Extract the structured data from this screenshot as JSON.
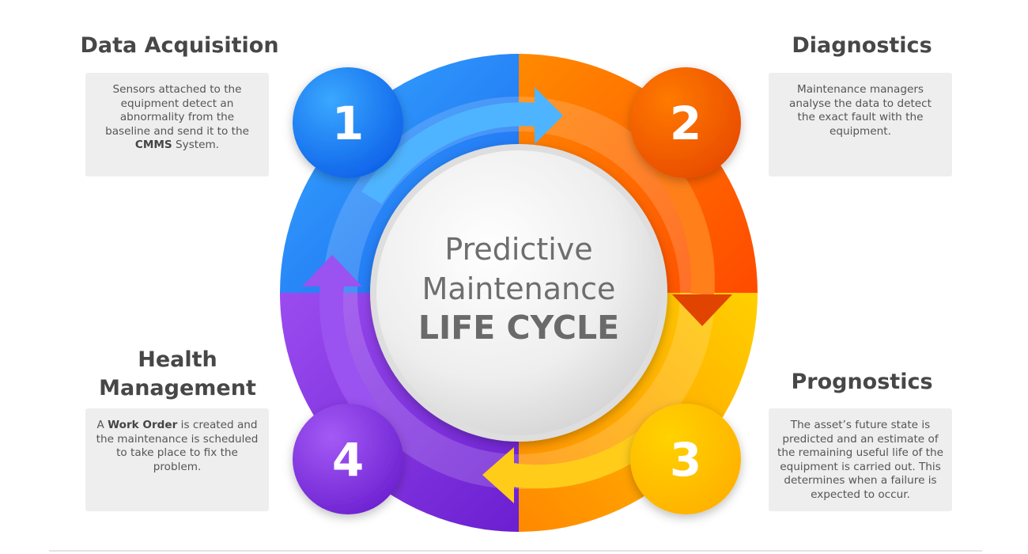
{
  "center": {
    "line1": "Predictive",
    "line2": "Maintenance",
    "line3": "LIFE CYCLE"
  },
  "colors": {
    "blue": "#1f86fb",
    "orange": "#ff6a00",
    "yellow": "#ffb300",
    "purple": "#8a3ae6"
  },
  "stages": [
    {
      "number": "1",
      "title": "Data Acquisition",
      "desc_parts": [
        "Sensors attached to the equipment detect an abnormality from the baseline and send it to the ",
        "CMMS",
        " System."
      ]
    },
    {
      "number": "2",
      "title": "Diagnostics",
      "desc_parts": [
        "Maintenance managers analyse the data to detect the exact fault with the equipment.",
        "",
        ""
      ]
    },
    {
      "number": "3",
      "title": "Prognostics",
      "desc_parts": [
        "The asset’s future state is predicted and an estimate of the remaining useful life of the equipment is carried out. This determines when a failure is expected to occur.",
        "",
        ""
      ]
    },
    {
      "number": "4",
      "title_line1": "Health",
      "title_line2": "Management",
      "desc_parts": [
        "A ",
        "Work Order",
        " is created and the maintenance is scheduled to take place to fix the problem."
      ]
    }
  ]
}
